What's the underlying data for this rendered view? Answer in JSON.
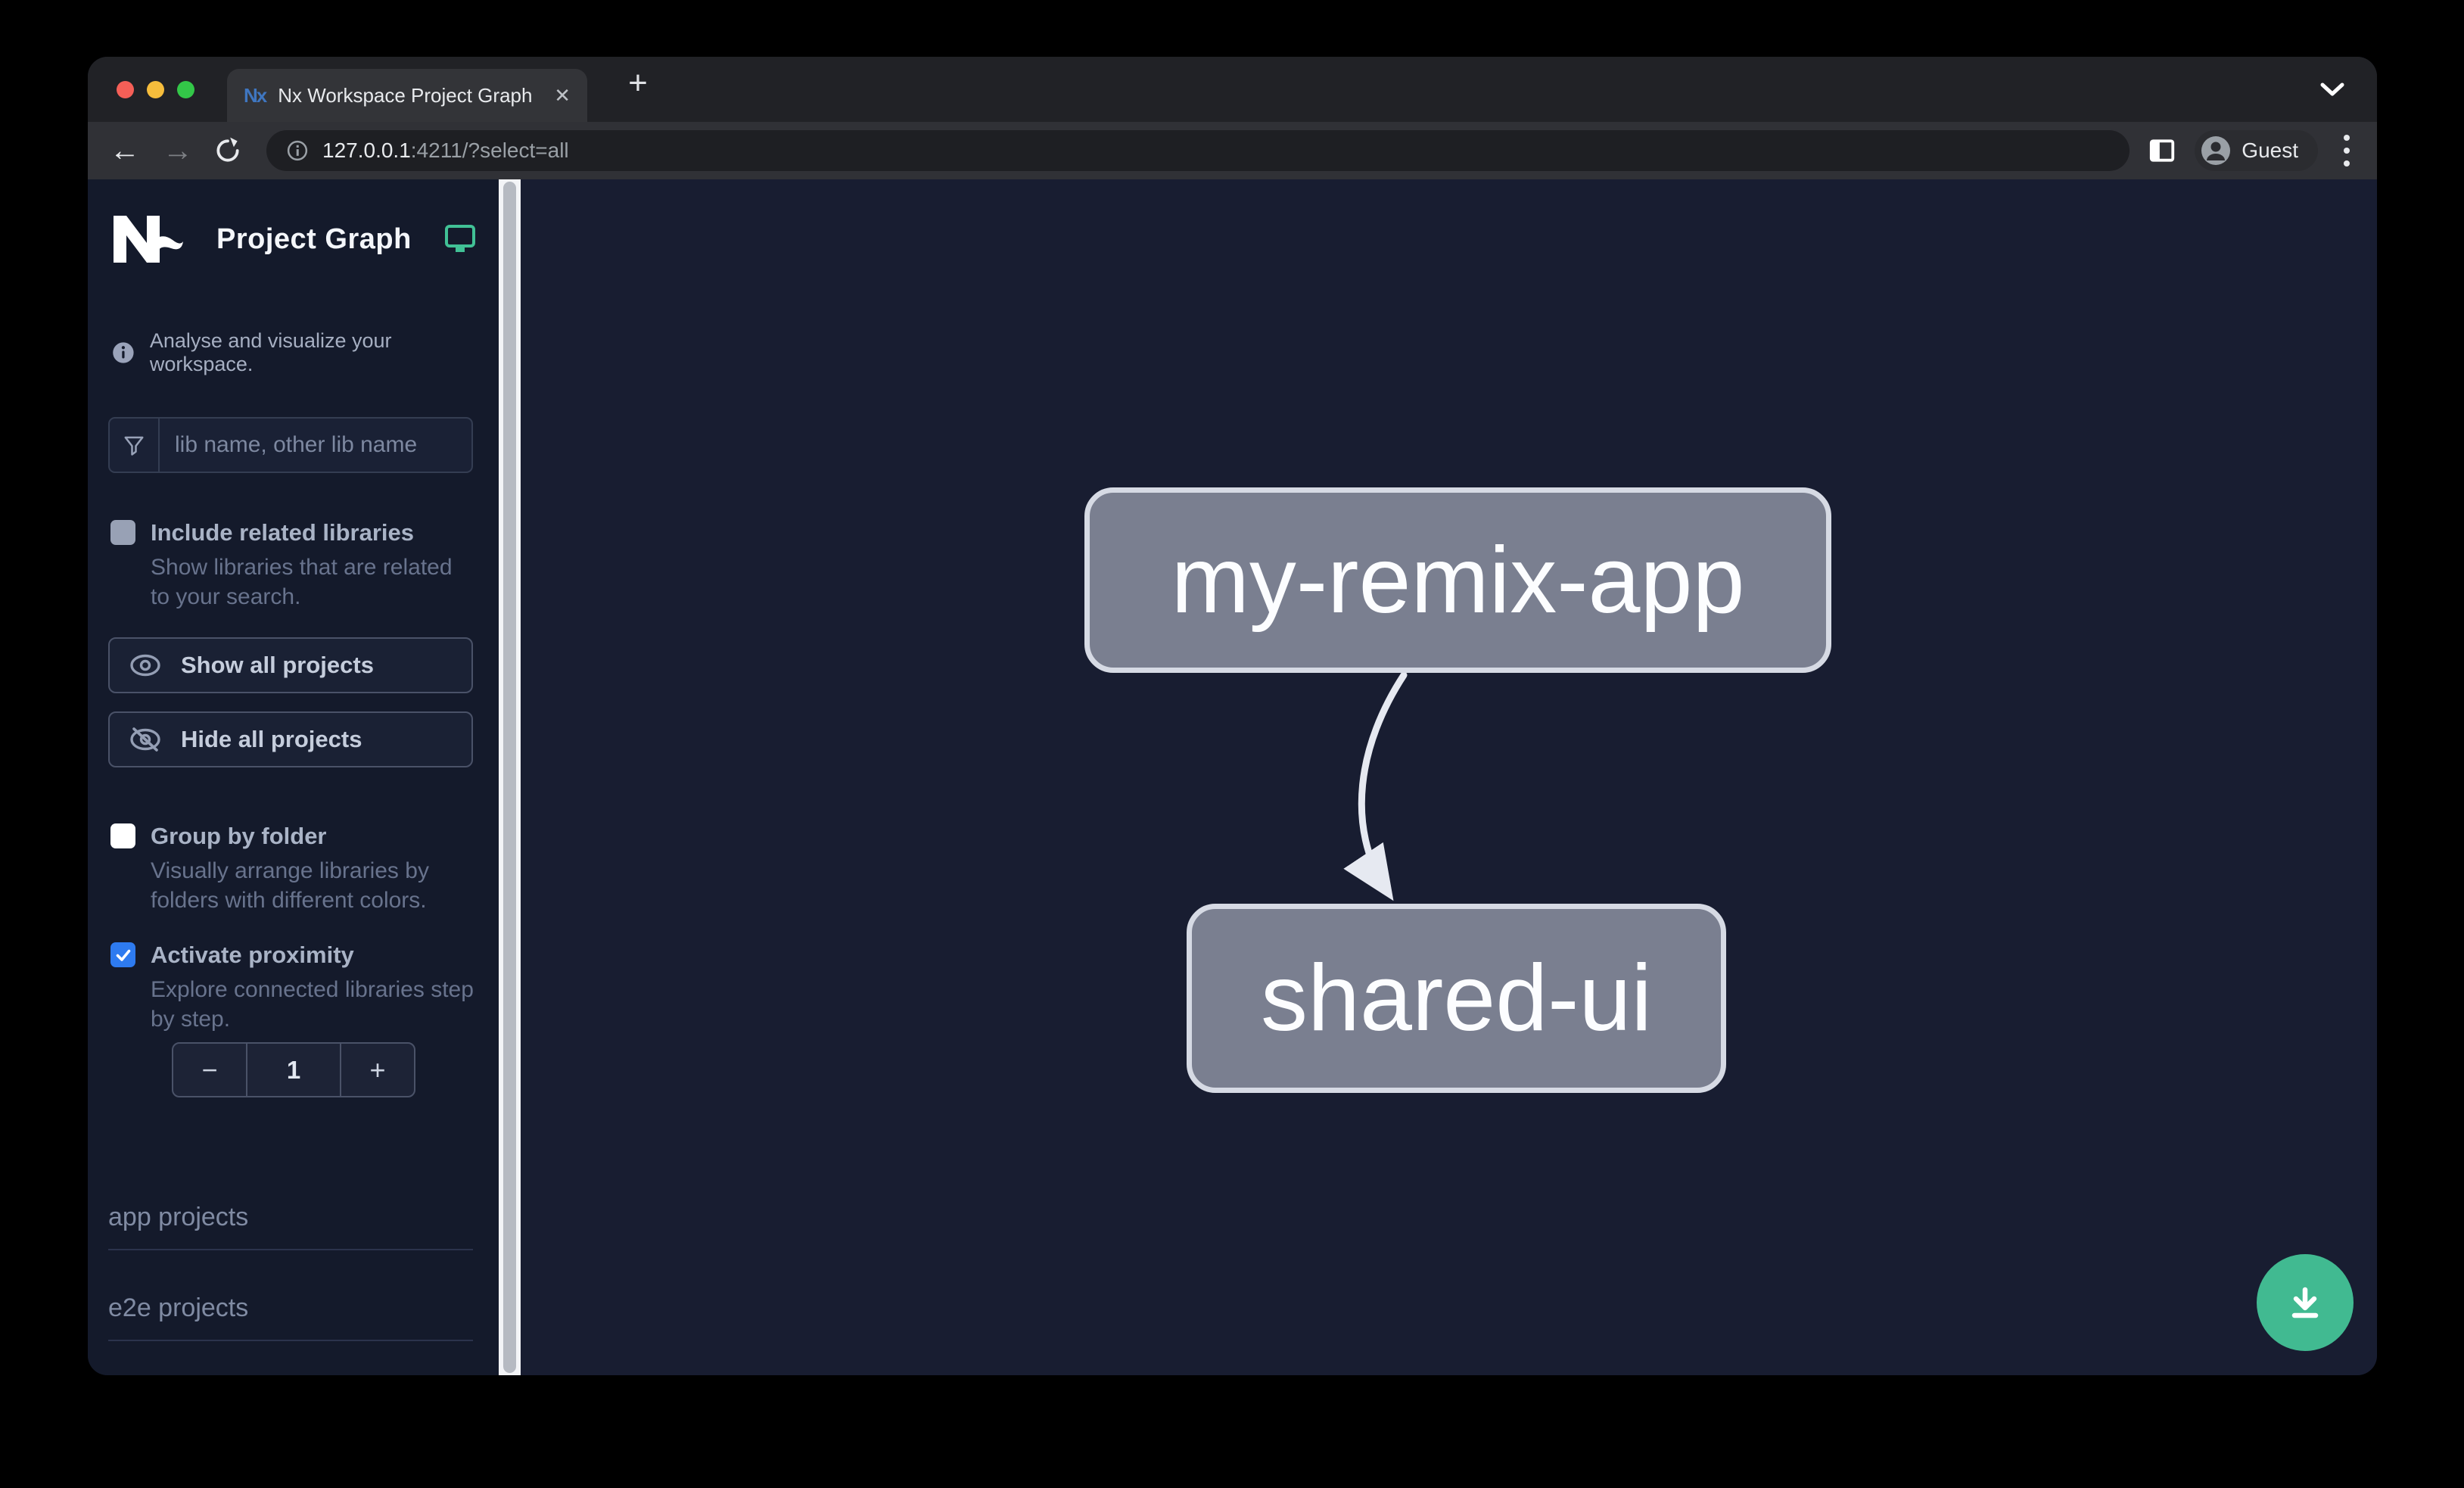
{
  "browser": {
    "tab": {
      "favicon_text": "Nx",
      "title": "Nx Workspace Project Graph",
      "close_glyph": "✕",
      "new_tab_glyph": "+"
    },
    "toolbar": {
      "back_glyph": "←",
      "forward_glyph": "→",
      "url_host": "127.0.0.1",
      "url_rest": ":4211/?select=all",
      "profile_label": "Guest"
    }
  },
  "sidebar": {
    "app_title": "Project Graph",
    "tagline": "Analyse and visualize your workspace.",
    "search_placeholder": "lib name, other lib name",
    "options": [
      {
        "label": "Include related libraries",
        "description": "Show libraries that are related to your search.",
        "checked": false
      },
      {
        "label": "Group by folder",
        "description": "Visually arrange libraries by folders with different colors.",
        "checked": false
      },
      {
        "label": "Activate proximity",
        "description": "Explore connected libraries step by step.",
        "checked": true
      }
    ],
    "buttons": [
      {
        "label": "Show all projects",
        "icon": "eye-icon"
      },
      {
        "label": "Hide all projects",
        "icon": "eye-off-icon"
      }
    ],
    "proximity_stepper": {
      "decrement": "−",
      "value": "1",
      "increment": "+"
    },
    "sections": [
      {
        "label": "app projects"
      },
      {
        "label": "e2e projects"
      }
    ]
  },
  "graph": {
    "nodes": [
      {
        "id": "my-remix-app",
        "label": "my-remix-app"
      },
      {
        "id": "shared-ui",
        "label": "shared-ui"
      }
    ],
    "edges": [
      {
        "source": "my-remix-app",
        "target": "shared-ui"
      }
    ]
  },
  "colors": {
    "accent_teal": "#41ba91",
    "checkbox_blue": "#2e7bf0",
    "node_fill": "#7a7f90",
    "node_border": "#d6dae4",
    "sidebar_bg": "#141a2b",
    "canvas_bg": "#181d31"
  }
}
